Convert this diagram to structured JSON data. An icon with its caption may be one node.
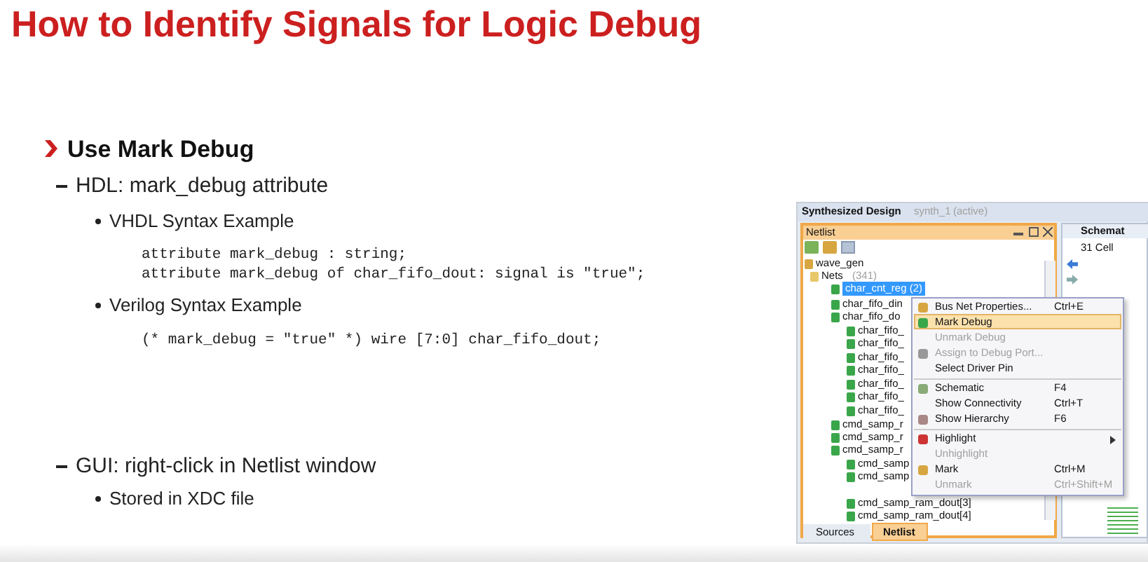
{
  "diagram": {
    "title": "How to Identify Signals for Logic Debug",
    "labels": [
      "Use Mark Debug",
      "HDL: mark_debug attribute",
      "VHDL Syntax Example",
      "attribute mark_debug : string;",
      "attribute mark_debug of char_fifo_dout: signal is \"true\";",
      "Verilog Syntax Example",
      "(* mark_debug = \"true\" *) wire [7:0] char_fifo_dout;",
      "GUI: right-click in Netlist window",
      "Stored in XDC file",
      "Synthesized Design",
      "synth_1",
      "(active)",
      "Netlist",
      "Schemat",
      "31 Cell",
      "wave_gen",
      "Nets",
      "(341)",
      "char_cnt_reg (2)",
      "char_fifo_din",
      "char_fifo_do",
      "char_fifo_",
      "char_fifo_",
      "char_fifo_",
      "char_fifo_",
      "char_fifo_",
      "char_fifo_",
      "char_fifo_",
      "cmd_samp_r",
      "cmd_samp_r",
      "cmd_samp_r",
      "cmd_samp",
      "cmd_samp",
      "cmd_samp_ram_dout[3]",
      "cmd_samp_ram_dout[4]",
      "Bus Net Properties...",
      "Ctrl+E",
      "Mark Debug",
      "Unmark Debug",
      "Assign to Debug Port...",
      "Select Driver Pin",
      "Schematic",
      "F4",
      "Show Connectivity",
      "Ctrl+T",
      "Show Hierarchy",
      "F6",
      "Highlight",
      "Unhighlight",
      "Mark",
      "Ctrl+M",
      "Unmark",
      "Ctrl+Shift+M",
      "Sources",
      "Netlist"
    ]
  }
}
